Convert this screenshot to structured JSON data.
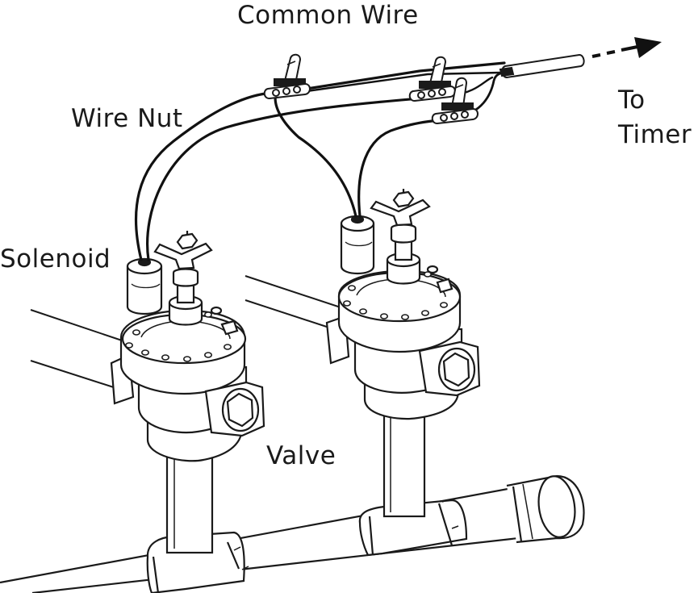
{
  "labels": {
    "common_wire": "Common Wire",
    "wire_nut": "Wire Nut",
    "solenoid": "Solenoid",
    "valve": "Valve",
    "to_timer_line1": "To",
    "to_timer_line2": "Timer"
  },
  "colors": {
    "line": "#1a1a1a",
    "fill": "#ffffff",
    "shade": "#e6e6e6",
    "text": "#1a1a1a"
  }
}
